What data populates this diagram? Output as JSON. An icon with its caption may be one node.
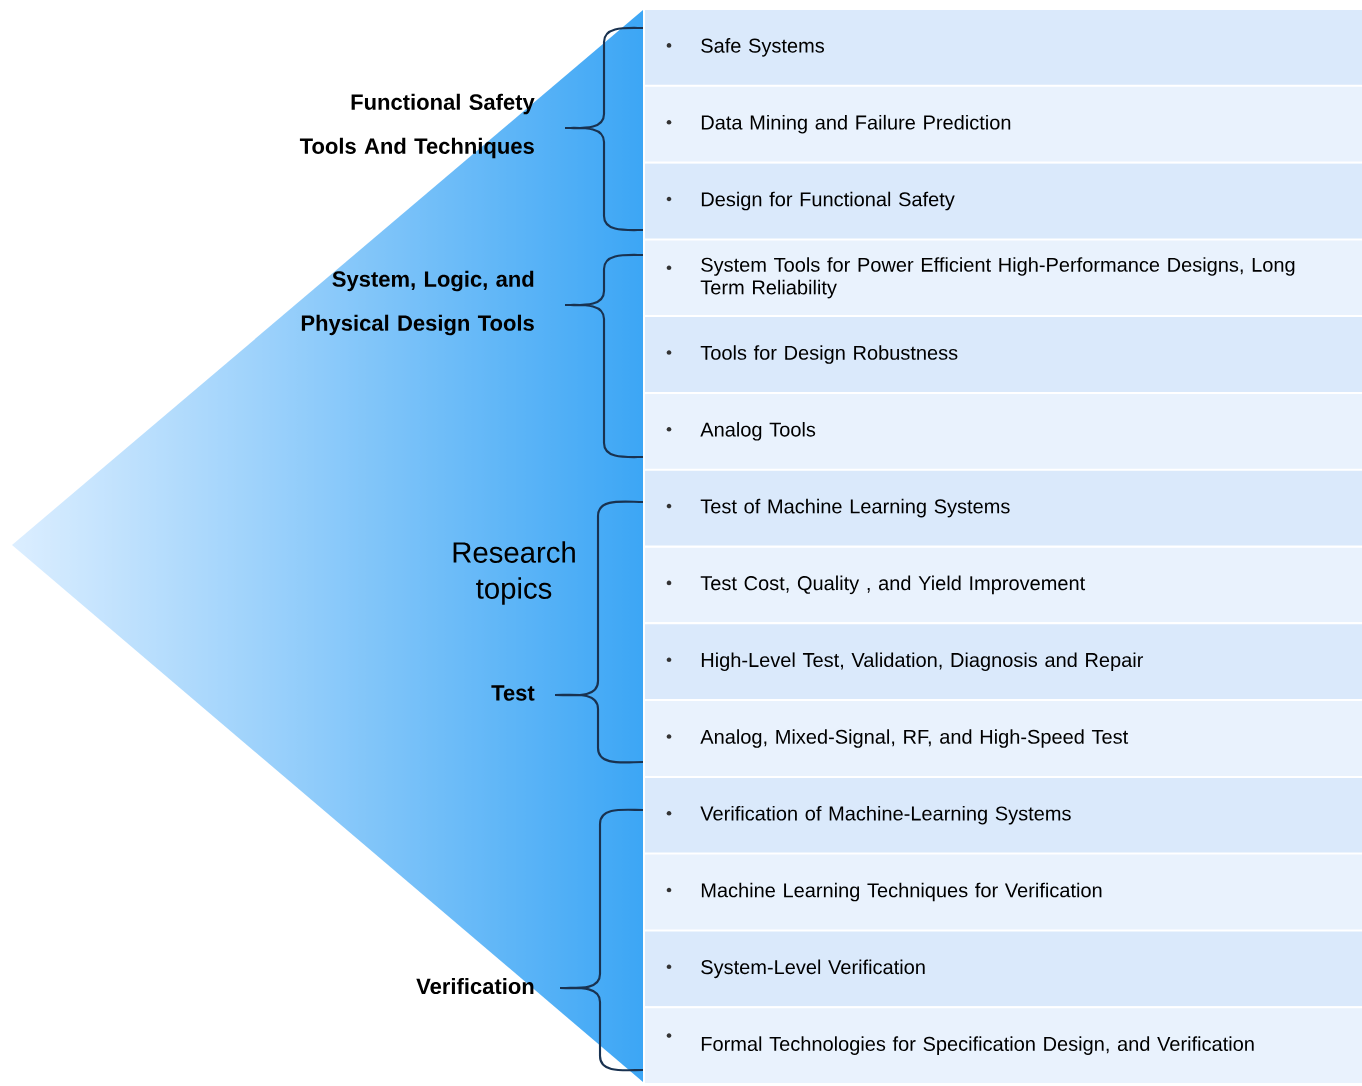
{
  "diagram": {
    "nodes": [
      {
        "text": [
          "Research topics"
        ]
      },
      {
        "text": [
          "Safe Systems"
        ]
      },
      {
        "text": [
          "Data Mining and Failure Prediction"
        ]
      },
      {
        "text": [
          "Design for Functional Safety"
        ]
      },
      {
        "text": [
          "System Tools for Power Efficient High-Performance Designs, Long Term Reliability"
        ]
      },
      {
        "text": [
          "Tools for Design Robustness"
        ]
      },
      {
        "text": [
          "Analog Tools"
        ]
      },
      {
        "text": [
          "Test of Machine Learning Systems"
        ]
      },
      {
        "text": [
          "Test Cost, Quality , and Yield Improvement"
        ]
      },
      {
        "text": [
          "High-Level Test, Validation, Diagnosis and Repair"
        ]
      },
      {
        "text": [
          "Analog, Mixed-Signal, RF, and High-Speed Test"
        ]
      },
      {
        "text": [
          "Verification of Machine-Learning Systems"
        ]
      },
      {
        "text": [
          "Machine Learning Techniques for Verification"
        ]
      },
      {
        "text": [
          "System-Level Verification"
        ]
      },
      {
        "text": [
          "Formal Technologies for Specification Design, and Verification"
        ]
      }
    ],
    "labels": [
      "Functional Safety Tools And Techniques",
      "System, Logic, and Physical Design Tools",
      "Test",
      "Verification"
    ]
  }
}
